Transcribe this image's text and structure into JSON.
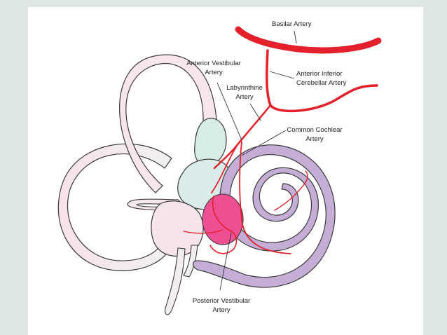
{
  "labels": {
    "basilar_artery": "Basilar Artery",
    "aica_line1": "Anterior Inferior",
    "aica_line2": "Cerebellar Artery",
    "ant_vest_line1": "Anterior Vestibular",
    "ant_vest_line2": "Artery",
    "laby_line1": "Labyrinthine",
    "laby_line2": "Artery",
    "cochlear_line1": "Common Cochlear",
    "cochlear_line2": "Artery",
    "post_vest_line1": "Posterior Vestibular",
    "post_vest_line2": "Artery"
  },
  "colors": {
    "artery": "#e3202c",
    "canals": "#f7e3ea",
    "vestibule": "#d8ece6",
    "cochlea": "#c4aed6",
    "saccule": "#ee4f93",
    "outline": "#3a3a3a",
    "leader": "#333333"
  }
}
